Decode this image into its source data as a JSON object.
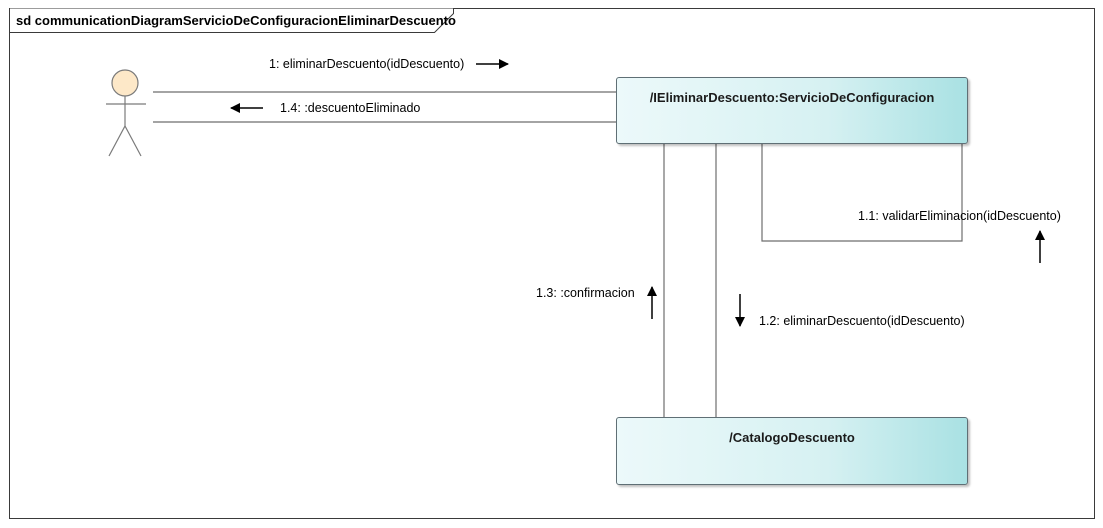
{
  "frame": {
    "title": "sd communicationDiagramServicioDeConfiguracionEliminarDescuento"
  },
  "lifelines": {
    "servicio": "/IEliminarDescuento:ServicioDeConfiguracion",
    "catalogo": "/CatalogoDescuento"
  },
  "actor": {
    "name": ""
  },
  "messages": {
    "m1": "1: eliminarDescuento(idDescuento)",
    "m1_1": "1.1: validarEliminacion(idDescuento)",
    "m1_2": "1.2: eliminarDescuento(idDescuento)",
    "m1_3": "1.3: :confirmacion",
    "m1_4": "1.4: :descuentoEliminado"
  },
  "colors": {
    "lifeline_fill_start": "#ecf9fa",
    "lifeline_fill_end": "#a9e1e3",
    "actor_head_fill": "#fde8c8",
    "line": "#6e6e6e"
  }
}
